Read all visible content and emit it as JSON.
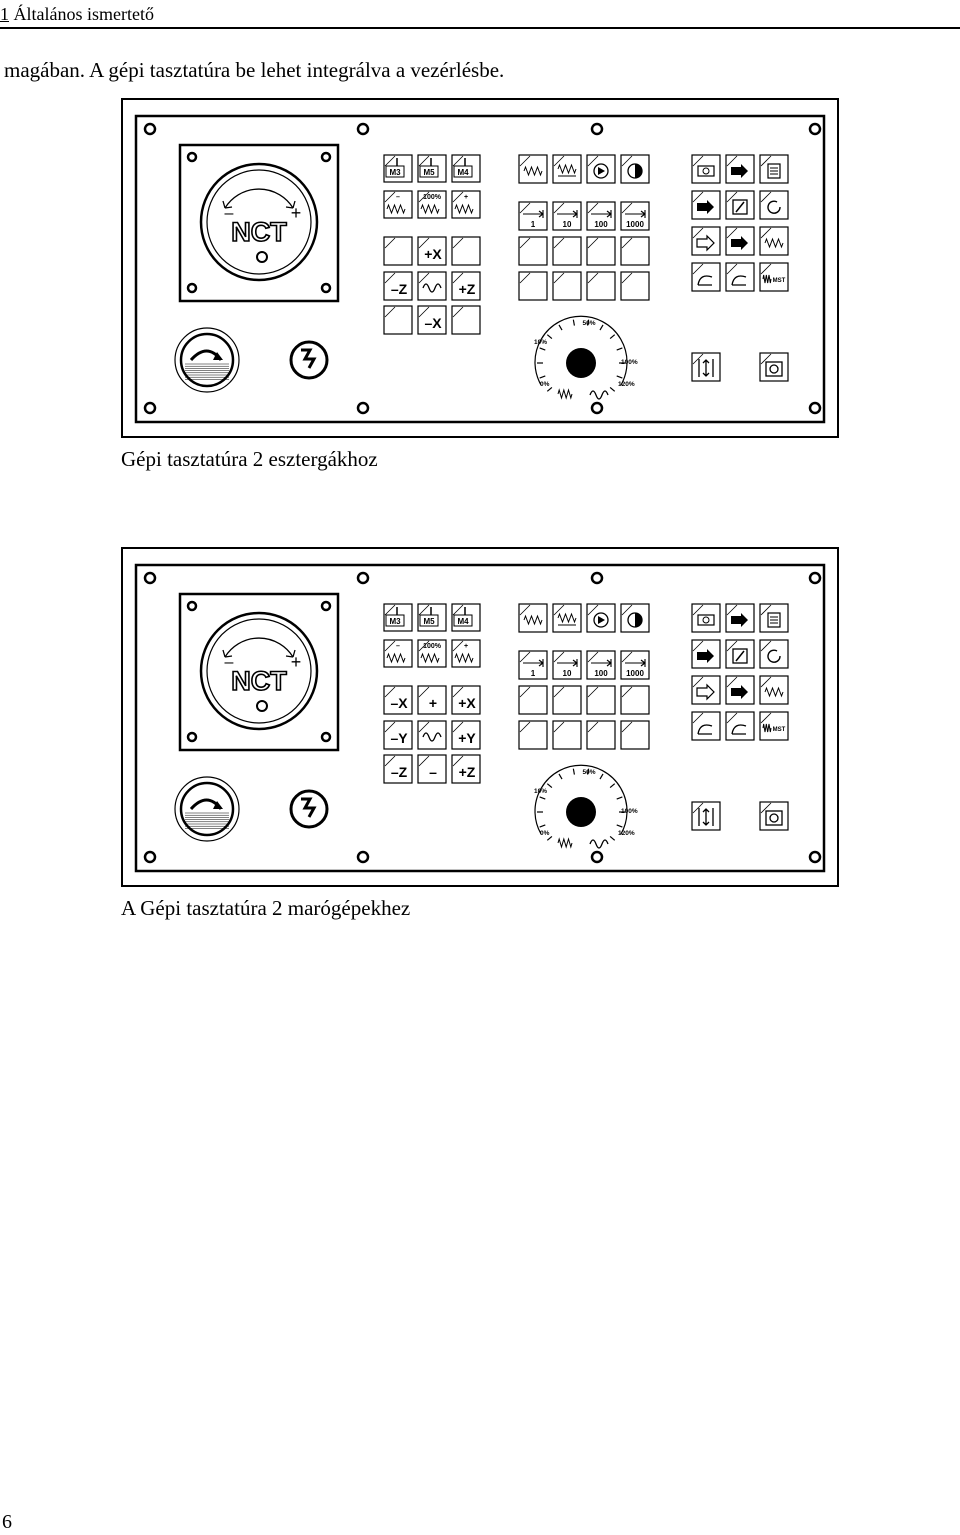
{
  "header": {
    "chapter_number": "1",
    "chapter_title": "Általános ismertető"
  },
  "intro_text": "magában. A gépi tasztatúra be lehet integrálva a vezérlésbe.",
  "logo_text": "NCT",
  "panels": [
    {
      "id": "lathe",
      "caption": "Gépi tasztatúra 2 esztergákhoz",
      "spindle_keys": [
        "M3",
        "M5",
        "M4"
      ],
      "spindle_override": {
        "minus": "–",
        "value": "100%",
        "plus": "+"
      },
      "step_keys": [
        "1",
        "10",
        "100",
        "1000"
      ],
      "jog_keys": [
        "",
        "+X",
        "",
        "–Z",
        "",
        "+Z",
        "",
        "–X",
        ""
      ],
      "feed_scale": [
        "0%",
        "10%",
        "50%",
        "100%",
        "120%"
      ]
    },
    {
      "id": "mill",
      "caption": "A Gépi tasztatúra 2 marógépekhez",
      "spindle_keys": [
        "M3",
        "M5",
        "M4"
      ],
      "spindle_override": {
        "minus": "–",
        "value": "100%",
        "plus": "+"
      },
      "step_keys": [
        "1",
        "10",
        "100",
        "1000"
      ],
      "jog_keys": [
        "–X",
        "+",
        "+X",
        "–Y",
        "",
        "+Y",
        "–Z",
        "–",
        "+Z"
      ],
      "feed_scale": [
        "0%",
        "10%",
        "50%",
        "100%",
        "120%"
      ]
    }
  ],
  "misc_labels": {
    "mst": "MST"
  },
  "page_number": "6"
}
